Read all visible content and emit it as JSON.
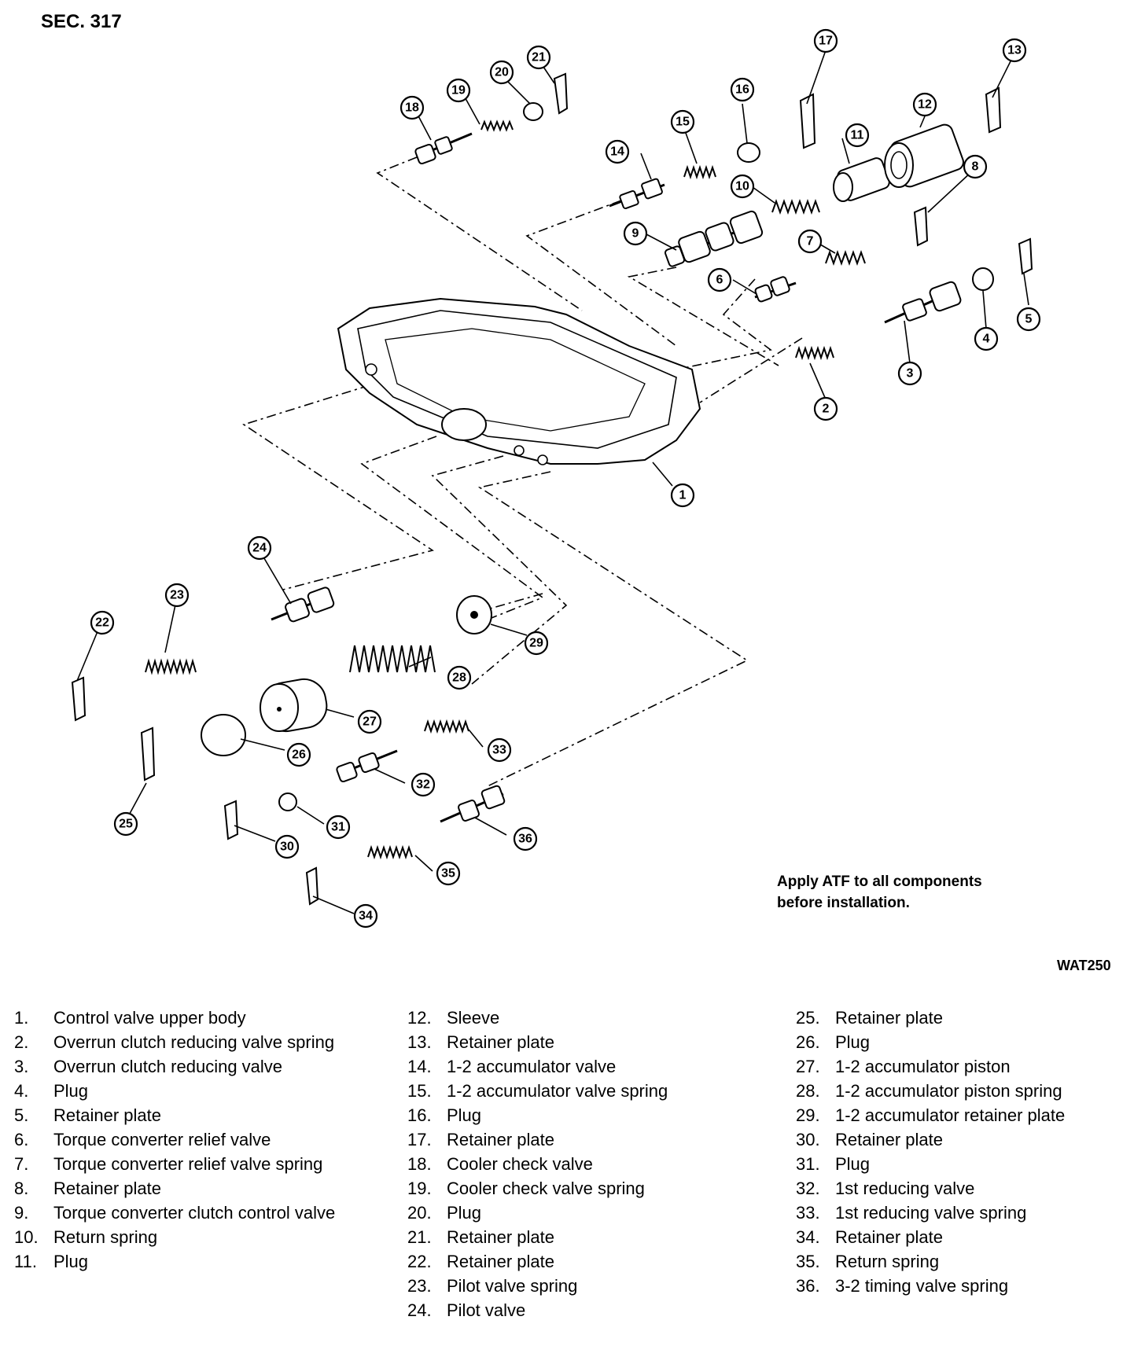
{
  "section_title": "SEC. 317",
  "note": {
    "line1": "Apply ATF to all components",
    "line2": "before installation."
  },
  "figure_code": "WAT250",
  "legend": {
    "col1": [
      {
        "num": "1.",
        "label": "Control valve upper body"
      },
      {
        "num": "2.",
        "label": "Overrun clutch reducing valve spring"
      },
      {
        "num": "3.",
        "label": "Overrun clutch reducing valve"
      },
      {
        "num": "4.",
        "label": "Plug"
      },
      {
        "num": "5.",
        "label": "Retainer plate"
      },
      {
        "num": "6.",
        "label": "Torque converter relief valve"
      },
      {
        "num": "7.",
        "label": "Torque converter relief valve spring"
      },
      {
        "num": "8.",
        "label": "Retainer plate"
      },
      {
        "num": "9.",
        "label": "Torque converter clutch control valve"
      },
      {
        "num": "10.",
        "label": "Return spring"
      },
      {
        "num": "11.",
        "label": "Plug"
      }
    ],
    "col2": [
      {
        "num": "12.",
        "label": "Sleeve"
      },
      {
        "num": "13.",
        "label": "Retainer plate"
      },
      {
        "num": "14.",
        "label": "1-2 accumulator valve"
      },
      {
        "num": "15.",
        "label": "1-2 accumulator valve spring"
      },
      {
        "num": "16.",
        "label": "Plug"
      },
      {
        "num": "17.",
        "label": "Retainer plate"
      },
      {
        "num": "18.",
        "label": "Cooler check valve"
      },
      {
        "num": "19.",
        "label": "Cooler check valve spring"
      },
      {
        "num": "20.",
        "label": "Plug"
      },
      {
        "num": "21.",
        "label": "Retainer plate"
      },
      {
        "num": "22.",
        "label": "Retainer plate"
      },
      {
        "num": "23.",
        "label": "Pilot valve spring"
      },
      {
        "num": "24.",
        "label": "Pilot valve"
      }
    ],
    "col3": [
      {
        "num": "25.",
        "label": "Retainer plate"
      },
      {
        "num": "26.",
        "label": "Plug"
      },
      {
        "num": "27.",
        "label": "1-2 accumulator piston"
      },
      {
        "num": "28.",
        "label": "1-2 accumulator piston spring"
      },
      {
        "num": "29.",
        "label": "1-2 accumulator retainer plate"
      },
      {
        "num": "30.",
        "label": "Retainer plate"
      },
      {
        "num": "31.",
        "label": "Plug"
      },
      {
        "num": "32.",
        "label": "1st reducing valve"
      },
      {
        "num": "33.",
        "label": "1st reducing valve spring"
      },
      {
        "num": "34.",
        "label": "Retainer plate"
      },
      {
        "num": "35.",
        "label": "Return spring"
      },
      {
        "num": "36.",
        "label": "3-2 timing valve spring"
      }
    ]
  },
  "callouts": [
    "1",
    "2",
    "3",
    "4",
    "5",
    "6",
    "7",
    "8",
    "9",
    "10",
    "11",
    "12",
    "13",
    "14",
    "15",
    "16",
    "17",
    "18",
    "19",
    "20",
    "21",
    "22",
    "23",
    "24",
    "25",
    "26",
    "27",
    "28",
    "29",
    "30",
    "31",
    "32",
    "33",
    "34",
    "35",
    "36"
  ]
}
